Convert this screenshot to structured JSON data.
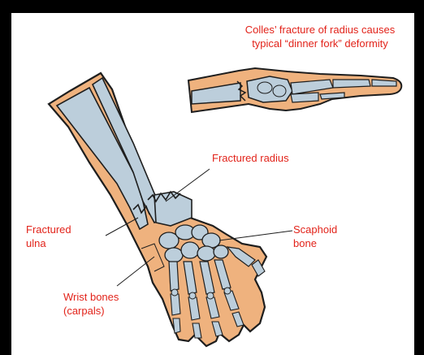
{
  "labels": {
    "colles_caption": "Colles’ fracture of radius causes\ntypical “dinner fork” deformity",
    "fractured_radius": "Fractured radius",
    "fractured_ulna": "Fractured\nulna",
    "scaphoid_bone": "Scaphoid\nbone",
    "wrist_bones": "Wrist bones\n(carpals)"
  },
  "colors": {
    "skin": "#efb27e",
    "bone": "#bccedb",
    "outline": "#1e1e1e",
    "label_text": "#e2231a",
    "frame": "#000000",
    "background": "#ffffff"
  }
}
